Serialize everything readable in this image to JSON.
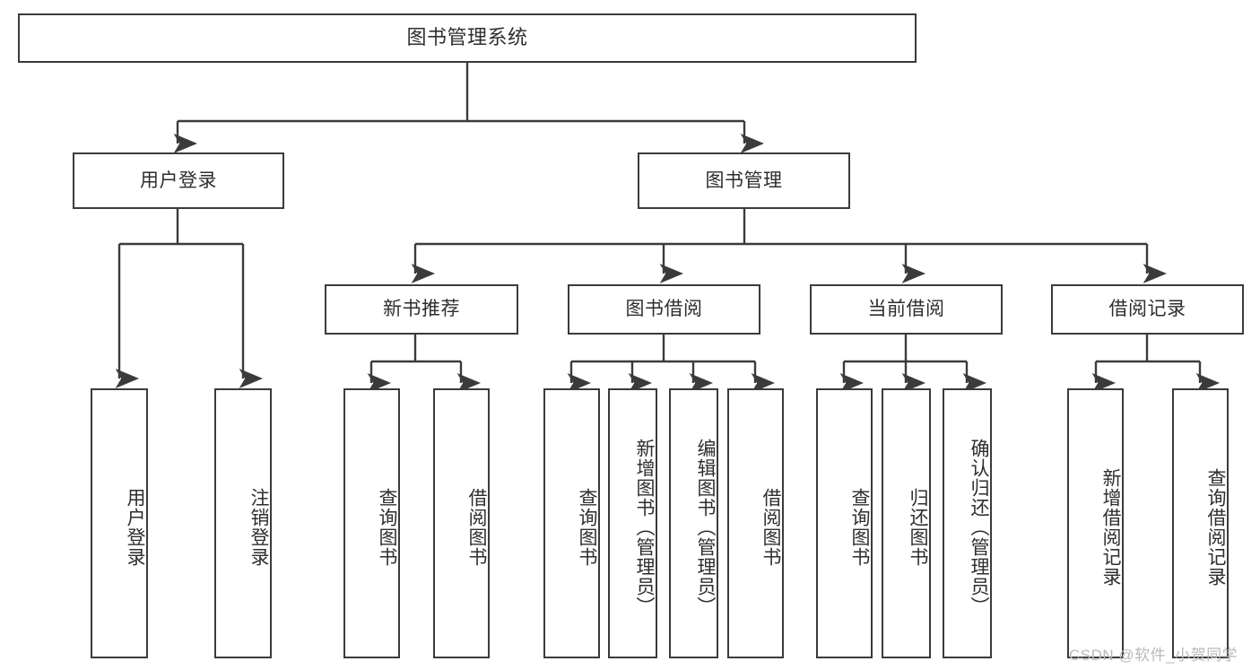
{
  "diagram": {
    "type": "tree-hierarchy",
    "title": "图书管理系统",
    "watermark": "CSDN @软件_小贺同学",
    "colors": {
      "box_border": "#3b3b3b",
      "box_fill": "#ffffff",
      "text": "#2e2e2e",
      "edge": "#3b3b3b",
      "watermark": "#b9b9b9",
      "background": "#ffffff"
    },
    "nodes": {
      "root": {
        "label": "图书管理系统"
      },
      "level2": [
        {
          "id": "user-login",
          "label": "用户登录"
        },
        {
          "id": "book-management",
          "label": "图书管理"
        }
      ],
      "level3": [
        {
          "id": "new-book-recommend",
          "label": "新书推荐"
        },
        {
          "id": "book-borrow",
          "label": "图书借阅"
        },
        {
          "id": "current-borrow",
          "label": "当前借阅"
        },
        {
          "id": "borrow-record",
          "label": "借阅记录"
        }
      ],
      "leaves": {
        "user-login": [
          {
            "id": "leaf-user-login",
            "label": "用户登录"
          },
          {
            "id": "leaf-logout-login",
            "label": "注销登录"
          }
        ],
        "new-book-recommend": [
          {
            "id": "leaf-query-book-1",
            "label": "查询图书"
          },
          {
            "id": "leaf-borrow-book-1",
            "label": "借阅图书"
          }
        ],
        "book-borrow": [
          {
            "id": "leaf-query-book-2",
            "label": "查询图书"
          },
          {
            "id": "leaf-add-book-admin",
            "label": "新增图书（管理员）"
          },
          {
            "id": "leaf-edit-book-admin",
            "label": "编辑图书（管理员）"
          },
          {
            "id": "leaf-borrow-book-2",
            "label": "借阅图书"
          }
        ],
        "current-borrow": [
          {
            "id": "leaf-query-book-3",
            "label": "查询图书"
          },
          {
            "id": "leaf-return-book",
            "label": "归还图书"
          },
          {
            "id": "leaf-confirm-return-admin",
            "label": "确认归还（管理员）"
          }
        ],
        "borrow-record": [
          {
            "id": "leaf-add-borrow-record",
            "label": "新增借阅记录"
          },
          {
            "id": "leaf-query-borrow-record",
            "label": "查询借阅记录"
          }
        ]
      }
    }
  }
}
